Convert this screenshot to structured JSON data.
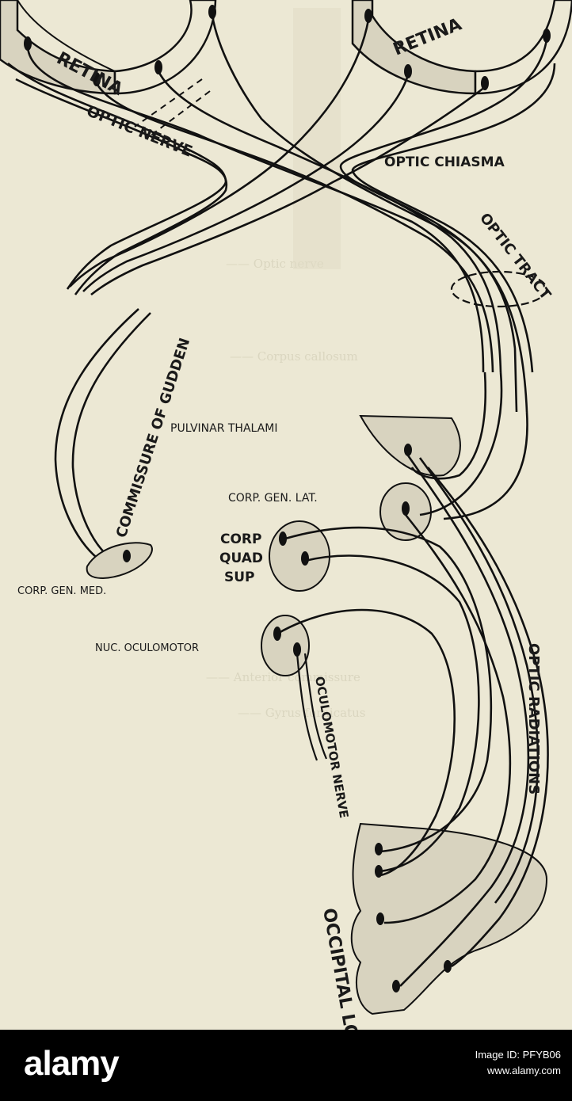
{
  "labels": {
    "retina_left": "RETINA",
    "retina_right": "RETINA",
    "optic_nerve": "OPTIC NERVE",
    "optic_chiasma": "OPTIC CHIASMA",
    "optic_tract": "OPTIC TRACT",
    "commissure": "COMMISSURE OF GUDDEN",
    "pulvinar": "PULVINAR THALAMI",
    "corp_gen_lat": "CORP. GEN. LAT.",
    "corp_quad_1": "CORP",
    "corp_quad_2": "QUAD",
    "corp_quad_3": "SUP",
    "corp_gen_med": "CORP. GEN. MED.",
    "nuc_oculomotor": "NUC. OCULOMOTOR",
    "oculomotor_nerve": "OCULOMOTOR NERVE",
    "optic_radiations": "OPTIC RADIATIONS",
    "occipital_lobe": "OCCIPITAL LOBE"
  },
  "watermark": {
    "brand": "alamy",
    "image_id_line": "Image ID: PFYB06",
    "site": "www.alamy.com"
  }
}
